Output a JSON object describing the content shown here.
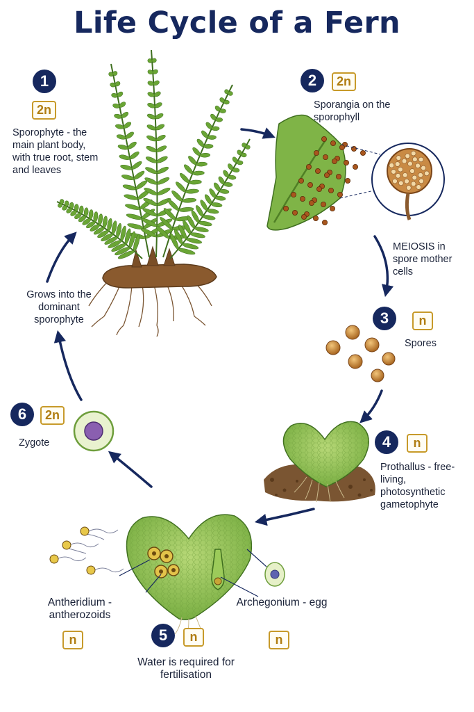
{
  "title": "Life Cycle of a Fern",
  "stages": [
    {
      "number": "1",
      "ploidy": "2n",
      "label": "Sporophyte - the main plant body, with true root, stem and leaves"
    },
    {
      "number": "2",
      "ploidy": "2n",
      "label": "Sporangia on the sporophyll"
    },
    {
      "number": "3",
      "ploidy": "n",
      "label": "Spores"
    },
    {
      "number": "4",
      "ploidy": "n",
      "label": "Prothallus - free-living, photosynthetic gametophyte"
    },
    {
      "number": "5",
      "ploidy": "n",
      "label": "Water is required for fertilisation"
    },
    {
      "number": "6",
      "ploidy": "2n",
      "label": "Zygote"
    }
  ],
  "transitions": {
    "meiosis": "MEIOSIS in spore mother cells",
    "grows_into": "Grows into the dominant sporophyte"
  },
  "structures": {
    "antheridium": {
      "label": "Antheridium - antherozoids",
      "ploidy": "n"
    },
    "archegonium": {
      "label": "Archegonium - egg",
      "ploidy": "n"
    }
  },
  "colors": {
    "navy": "#16285e",
    "ploidy_gold": "#c79a2a",
    "leaf_green": "#5f9e2f",
    "light_green": "#9cc45a",
    "spore_brown": "#b0702a"
  }
}
